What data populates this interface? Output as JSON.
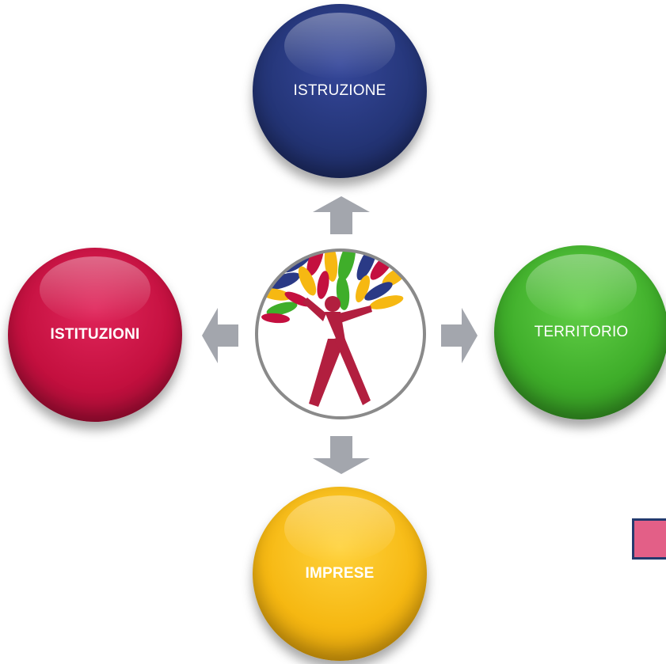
{
  "nodes": {
    "top": {
      "label": "ISTRUZIONE",
      "color": "#243577"
    },
    "left": {
      "label": "ISTITUZIONI",
      "color": "#c4103f"
    },
    "right": {
      "label": "TERRITORIO",
      "color": "#3fae2a"
    },
    "bottom": {
      "label": "IMPRESE",
      "color": "#f6b812"
    }
  },
  "center": {
    "icon": "tree-person-logo-icon"
  },
  "arrows": {
    "color": "#a3a6ad"
  },
  "decorations": {
    "square_fill": "#e35f87",
    "square_border": "#243a6e"
  }
}
